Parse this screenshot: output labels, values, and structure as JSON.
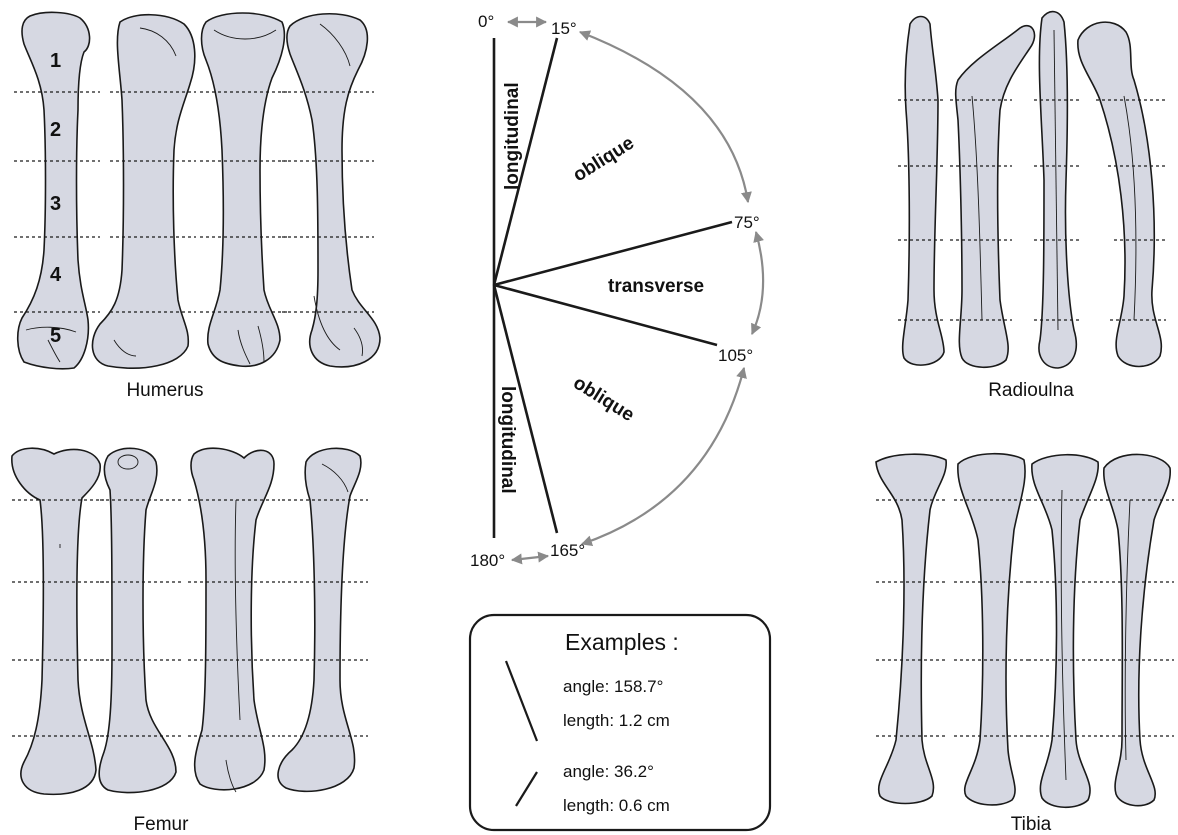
{
  "bones": {
    "humerus": "Humerus",
    "radioulna": "Radioulna",
    "femur": "Femur",
    "tibia": "Tibia"
  },
  "segments": [
    "1",
    "2",
    "3",
    "4",
    "5"
  ],
  "angles": {
    "a0": "0°",
    "a15": "15°",
    "a75": "75°",
    "a105": "105°",
    "a165": "165°",
    "a180": "180°"
  },
  "zones": {
    "longitudinal_top": "longitudinal",
    "oblique_top": "oblique",
    "transverse": "transverse",
    "oblique_bottom": "oblique",
    "longitudinal_bottom": "longitudinal"
  },
  "examples": {
    "title": "Examples :",
    "items": [
      {
        "angle_text": "angle: 158.7°",
        "length_text": "length: 1.2 cm"
      },
      {
        "angle_text": "angle: 36.2°",
        "length_text": "length: 0.6 cm"
      }
    ]
  },
  "colors": {
    "bone_fill": "#d6d8e2",
    "arc": "#8a8a8a",
    "line": "#1a1a1a"
  }
}
